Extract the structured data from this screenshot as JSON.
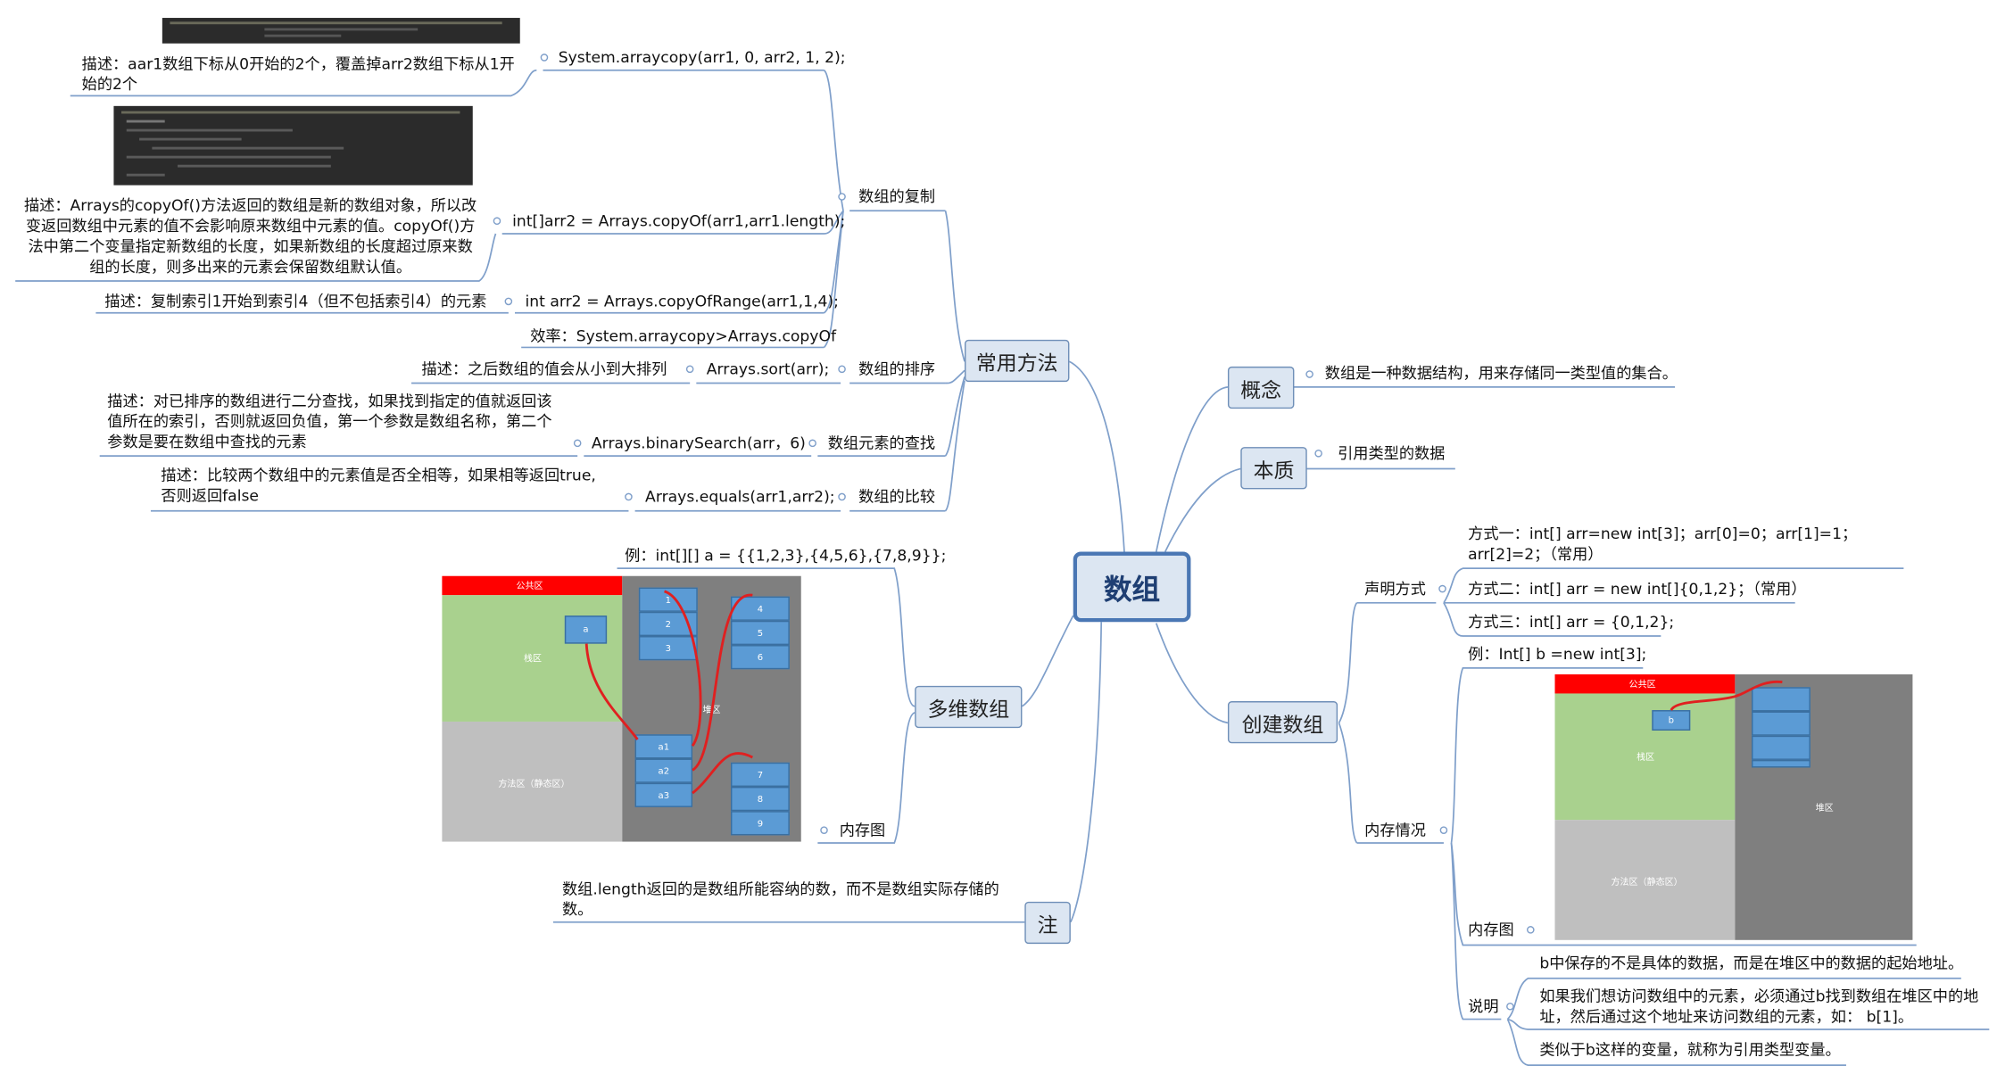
{
  "root": {
    "label": "数组"
  },
  "common_methods": {
    "label": "常用方法",
    "copy": {
      "label": "数组的复制",
      "arraycopy": {
        "code": "System.arraycopy(arr1, 0, arr2, 1, 2);",
        "desc": "描述：aar1数组下标从0开始的2个，覆盖掉arr2数组下标从1开始的2个"
      },
      "copyOf": {
        "code": "int[]arr2 = Arrays.copyOf(arr1,arr1.length);",
        "desc": "描述：Arrays的copyOf()方法返回的数组是新的数组对象，所以改变返回数组中元素的值不会影响原来数组中元素的值。copyOf()方法中第二个变量指定新数组的长度，如果新数组的长度超过原来数组的长度，则多出来的元素会保留数组默认值。"
      },
      "copyOfRange": {
        "code": "int arr2 = Arrays.copyOfRange(arr1,1,4);",
        "desc": "描述：复制索引1开始到索引4（但不包括索引4）的元素"
      },
      "efficiency": "效率：System.arraycopy>Arrays.copyOf"
    },
    "sort": {
      "label": "数组的排序",
      "code": "Arrays.sort(arr);",
      "desc": "描述：之后数组的值会从小到大排列"
    },
    "search": {
      "label": "数组元素的查找",
      "code": "Arrays.binarySearch(arr，6)",
      "desc": "描述：对已排序的数组进行二分查找，如果找到指定的值就返回该值所在的索引，否则就返回负值，第一个参数是数组名称，第二个参数是要在数组中查找的元素"
    },
    "compare": {
      "label": "数组的比较",
      "code": "Arrays.equals(arr1,arr2);",
      "desc": "描述：比较两个数组中的元素值是否全相等，如果相等返回true,否则返回false"
    }
  },
  "multi_dim": {
    "label": "多维数组",
    "example": "例：int[][] a = {{1,2,3},{4,5,6},{7,8,9}};",
    "memory_label": "内存图",
    "diagram": {
      "public": "公共区",
      "stack": "栈区",
      "heap": "堆区",
      "method": "方法区（静态区）",
      "var": "a",
      "refs": [
        "a1",
        "a2",
        "a3"
      ],
      "row1": [
        "1",
        "2",
        "3"
      ],
      "row2": [
        "4",
        "5",
        "6"
      ],
      "row3": [
        "7",
        "8",
        "9"
      ]
    }
  },
  "note": {
    "label": "注",
    "text": "数组.length返回的是数组所能容纳的数，而不是数组实际存储的数。"
  },
  "concept": {
    "label": "概念",
    "text": "数组是一种数据结构，用来存储同一类型值的集合。"
  },
  "essence": {
    "label": "本质",
    "text": "引用类型的数据"
  },
  "create": {
    "label": "创建数组",
    "declare": {
      "label": "声明方式",
      "way1": "方式一：int[] arr=new int[3]；arr[0]=0；arr[1]=1；arr[2]=2；（常用）",
      "way2": "方式二：int[] arr = new int[]{0,1,2}；（常用）",
      "way3": "方式三：int[] arr = {0,1,2};"
    },
    "memory": {
      "label": "内存情况",
      "example": "例：Int[] b =new int[3];",
      "memory_label": "内存图",
      "diagram": {
        "public": "公共区",
        "stack": "栈区",
        "heap": "堆区",
        "method": "方法区（静态区）",
        "var": "b"
      },
      "explain": {
        "label": "说明",
        "items": [
          "b中保存的不是具体的数据，而是在堆区中的数据的起始地址。",
          "如果我们想访问数组中的元素，必须通过b找到数组在堆区中的地址，然后通过这个地址来访问数组的元素，如：  b[1]。",
          "类似于b这样的变量，就称为引用类型变量。"
        ]
      }
    }
  }
}
